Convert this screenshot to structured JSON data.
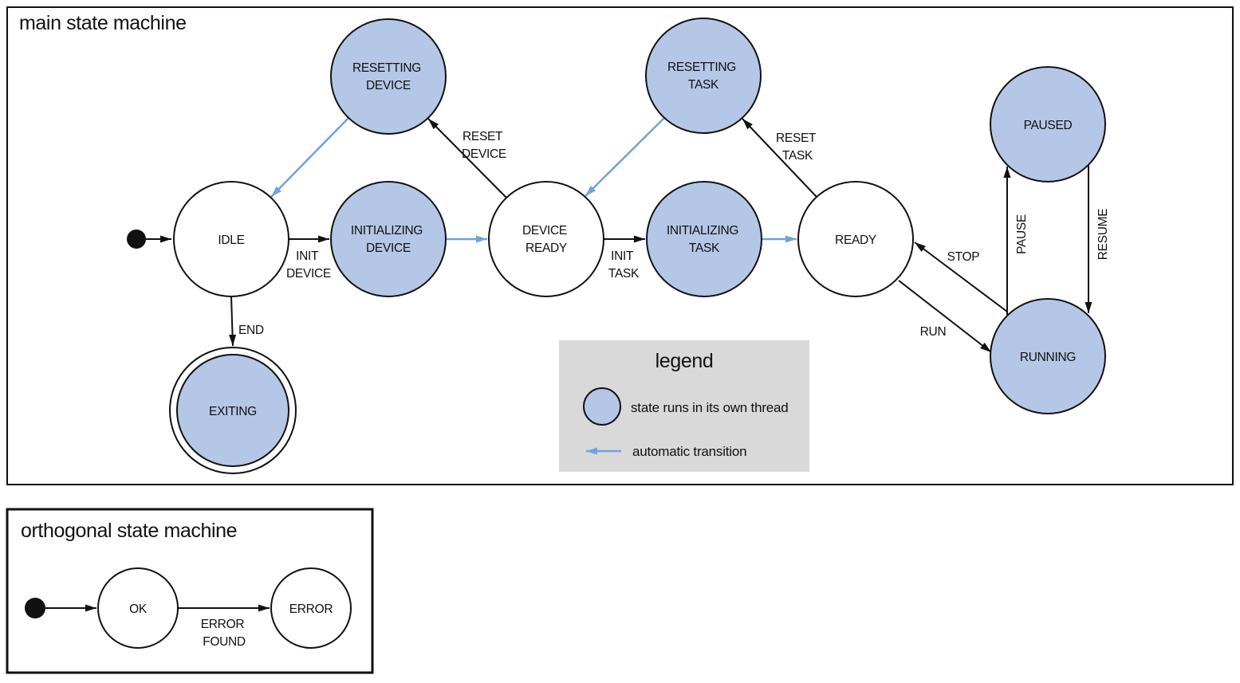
{
  "colors": {
    "thread_fill": "#b4c7e6",
    "auto_arrow": "#6fa3db",
    "legend_bg": "#d9d9d9",
    "line_stroke": "#111111"
  },
  "main": {
    "title": "main state machine",
    "states": [
      {
        "id": "idle",
        "line1": "IDLE",
        "threaded": false
      },
      {
        "id": "resetting-device",
        "line1": "RESETTING",
        "line2": "DEVICE",
        "threaded": true
      },
      {
        "id": "initializing-device",
        "line1": "INITIALIZING",
        "line2": "DEVICE",
        "threaded": true
      },
      {
        "id": "device-ready",
        "line1": "DEVICE",
        "line2": "READY",
        "threaded": false
      },
      {
        "id": "resetting-task",
        "line1": "RESETTING",
        "line2": "TASK",
        "threaded": true
      },
      {
        "id": "initializing-task",
        "line1": "INITIALIZING",
        "line2": "TASK",
        "threaded": true
      },
      {
        "id": "ready",
        "line1": "READY",
        "threaded": false
      },
      {
        "id": "paused",
        "line1": "PAUSED",
        "threaded": true
      },
      {
        "id": "running",
        "line1": "RUNNING",
        "threaded": true
      },
      {
        "id": "exiting",
        "line1": "EXITING",
        "threaded": true,
        "final": true
      }
    ],
    "transitions": [
      {
        "from": "idle",
        "to": "initializing-device",
        "line1": "INIT",
        "line2": "DEVICE"
      },
      {
        "from": "device-ready",
        "to": "resetting-device",
        "line1": "RESET",
        "line2": "DEVICE"
      },
      {
        "from": "device-ready",
        "to": "initializing-task",
        "line1": "INIT",
        "line2": "TASK"
      },
      {
        "from": "ready",
        "to": "resetting-task",
        "line1": "RESET",
        "line2": "TASK"
      },
      {
        "from": "ready",
        "to": "running",
        "line1": "RUN"
      },
      {
        "from": "running",
        "to": "ready",
        "line1": "STOP"
      },
      {
        "from": "running",
        "to": "paused",
        "line1": "PAUSE"
      },
      {
        "from": "paused",
        "to": "running",
        "line1": "RESUME"
      },
      {
        "from": "idle",
        "to": "exiting",
        "line1": "END"
      }
    ],
    "auto_transitions": [
      {
        "from": "initializing-device",
        "to": "device-ready"
      },
      {
        "from": "resetting-device",
        "to": "idle"
      },
      {
        "from": "initializing-task",
        "to": "ready"
      },
      {
        "from": "resetting-task",
        "to": "device-ready"
      }
    ]
  },
  "legend": {
    "title": "legend",
    "items": [
      {
        "label": "state runs in its own thread"
      },
      {
        "label": "automatic transition"
      }
    ]
  },
  "ortho": {
    "title": "orthogonal state machine",
    "states": [
      {
        "id": "ok",
        "line1": "OK"
      },
      {
        "id": "error",
        "line1": "ERROR"
      }
    ],
    "transitions": [
      {
        "from": "ok",
        "to": "error",
        "line1": "ERROR",
        "line2": "FOUND"
      }
    ]
  }
}
